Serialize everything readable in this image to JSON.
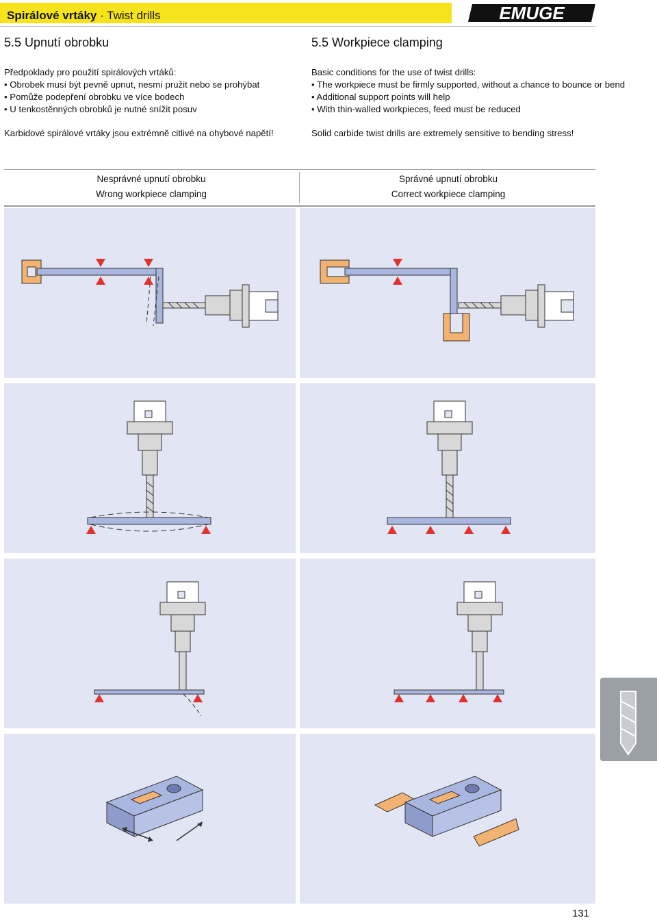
{
  "header": {
    "title_bold": "Spirálové vrtáky",
    "title_rest": " · Twist drills",
    "brand": "EMUGE",
    "accent_color": "#f6e31b"
  },
  "left": {
    "section_title": "5.5  Upnutí obrobku",
    "intro": "Předpoklady pro použití spirálových vrtáků:",
    "bullets": [
      "• Obrobek musí být pevně upnut, nesmí pružit nebo se prohýbat",
      "• Pomůže podepření obrobku ve více bodech",
      "• U tenkostěnných obrobků je nutné snížit posuv"
    ],
    "note": "Karbidové spirálové vrtáky jsou extrémně citlivé na ohybové napětí!"
  },
  "right": {
    "section_title": "5.5  Workpiece clamping",
    "intro": "Basic conditions for the use of twist drills:",
    "bullets": [
      "• The workpiece must be firmly supported, without a chance to bounce or bend",
      "• Additional support points will help",
      "• With thin-walled workpieces, feed must be reduced"
    ],
    "note": "Solid carbide twist drills are extremely sensitive to bending stress!"
  },
  "table": {
    "wrong_cs": "Nesprávné upnutí obrobku",
    "wrong_en": "Wrong workpiece clamping",
    "correct_cs": "Správné upnutí obrobku",
    "correct_en": "Correct workpiece clamping"
  },
  "colors": {
    "panel_bg": "#e2e5f3",
    "workpiece": "#a9b6df",
    "support": "#e0322f",
    "clamp": "#f2b271",
    "outline": "#333333"
  },
  "page_number": "131"
}
